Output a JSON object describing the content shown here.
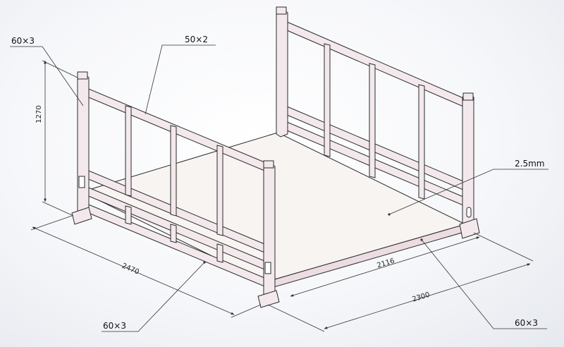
{
  "callouts": {
    "top_left_post": "60×3",
    "top_rail": "50×2",
    "floor_plate": "2.5mm",
    "bottom_left_rail": "60×3",
    "bottom_right_rail": "60×3"
  },
  "dimensions": {
    "height": "1270",
    "length": "2470",
    "inner_width": "2116",
    "outer_width": "2300"
  },
  "colors": {
    "frame_fill": "#f3e9ec",
    "frame_stroke": "#2a2a2a",
    "floor_fill": "#f8f4f1",
    "dim_line": "#333333"
  }
}
